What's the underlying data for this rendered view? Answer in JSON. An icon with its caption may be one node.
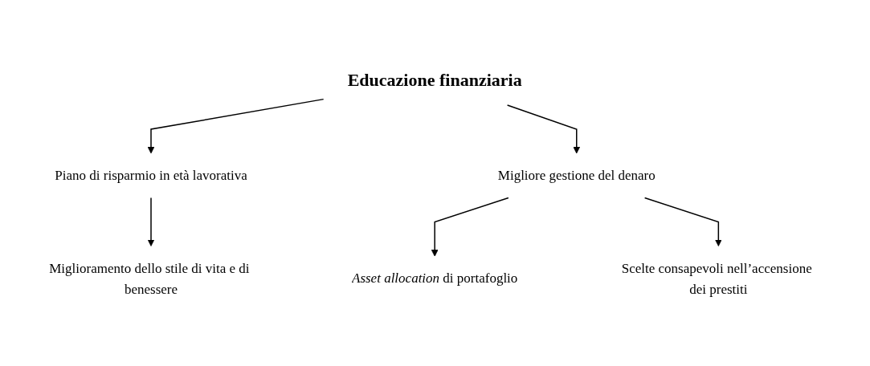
{
  "diagram": {
    "nodes": [
      {
        "text": [
          "Educazione finanziaria"
        ]
      },
      {
        "text": [
          "Piano di risparmio in età lavorativa"
        ]
      },
      {
        "text": [
          "Migliore gestione del denaro"
        ]
      },
      {
        "text": [
          "Miglioramento dello stile di vita e di benessere"
        ]
      },
      {
        "text": [
          "*Asset allocation* di portafoglio"
        ]
      },
      {
        "text": [
          "Scelte consapevoli nell’accensione dei prestiti"
        ]
      }
    ],
    "edges": [
      {
        "from": 0,
        "to": 1,
        "arrow": "to"
      },
      {
        "from": 0,
        "to": 2,
        "arrow": "to"
      },
      {
        "from": 1,
        "to": 3,
        "arrow": "to"
      },
      {
        "from": 2,
        "to": 4,
        "arrow": "to"
      },
      {
        "from": 2,
        "to": 5,
        "arrow": "to"
      }
    ]
  }
}
